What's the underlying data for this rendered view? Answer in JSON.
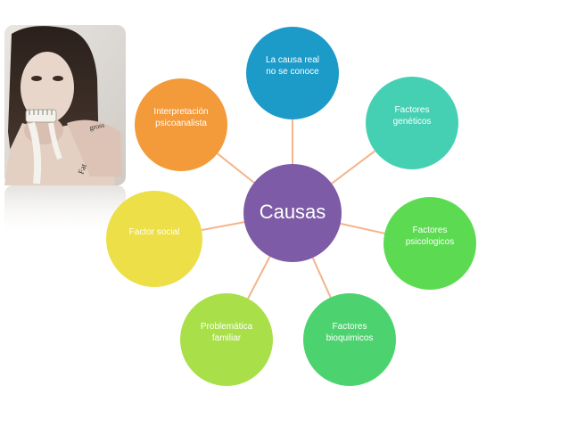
{
  "center": {
    "label": "Causas",
    "color": "#7d5ba6"
  },
  "nodes": [
    {
      "label": "La causa real\nno se conoce",
      "color": "#1c9bc9"
    },
    {
      "label": "Factores\ngenéticos",
      "color": "#45d0b3"
    },
    {
      "label": "Factores\npsicologicos",
      "color": "#5cdb52"
    },
    {
      "label": "Factores\nbioquimicos",
      "color": "#4cd36f"
    },
    {
      "label": "Problemática\nfamiliar",
      "color": "#a9e04a"
    },
    {
      "label": "Factor  social",
      "color": "#ecdf47"
    },
    {
      "label": "Interpretación\npsicoanalista",
      "color": "#f39a3a"
    }
  ],
  "connector_color": "#f4b48a",
  "photo": {
    "icon": "person-with-measuring-tape-photo",
    "lettering": [
      "gross",
      "Fat"
    ]
  }
}
